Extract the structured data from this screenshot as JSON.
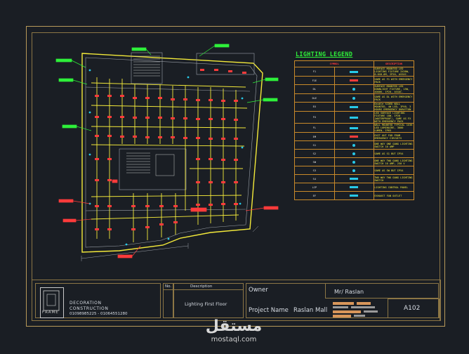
{
  "legend": {
    "title": "LIGHTING LEGEND",
    "headers": [
      "SYMBOL",
      "DESCRIPTION"
    ],
    "rows": [
      {
        "code": "F1",
        "desc": "SURFACE MOUNTED LED LIGHTING FIXTURE 2X36W, 0.6X0.6M, IP20, ASSOC."
      },
      {
        "code": "F1E",
        "desc": "SAME AS F1 WITH EMERGENCY PACK"
      },
      {
        "code": "DL",
        "desc": "SURFACE MOUNTED LED DOWNLIGHT FIXTURE, 15W, 4000K, IP20, ASSOC."
      },
      {
        "code": "DLE",
        "desc": "SAME AS DL WITH EMERGENCY PACK"
      },
      {
        "code": "EX",
        "desc": "Double SIDED WALL MOUNTED, 4W LED, IP40, 3 HOURS EMERGENCY DURATION"
      },
      {
        "code": "FX",
        "desc": "LED SURFACE LIGHTING FIXTURE 18W, IP20 (WATERPROOF), SAME AS FX WITH EMERGENCY PACK"
      },
      {
        "code": "FL",
        "desc": "WALL MOUNTED TYPICAL 1X36 LED LUMINAIRE, 3000 LUMEN, IP65"
      },
      {
        "code": "EM",
        "desc": "EXIT OUT FOR FROM EMERGENCY CIRCUITS"
      },
      {
        "code": "S1",
        "desc": "ONE WAY ONE GANG LIGHTING SWITCH 10 AMP"
      },
      {
        "code": "S2",
        "desc": "SAME AS S1 BUT IP54"
      },
      {
        "code": "SW",
        "desc": "ONE WAY TWO GANG LIGHTING SWITCH 10 AMP, 250 V"
      },
      {
        "code": "S3",
        "desc": "SAME AS SW BUT IP54"
      },
      {
        "code": "S4",
        "desc": "TWO WAY TWO GANG LIGHTING SWITCH"
      },
      {
        "code": "LCP",
        "desc": "LIGHTING CONTROL PANEL"
      },
      {
        "code": "EF",
        "desc": "EXHAUST FAN OUTLET"
      }
    ]
  },
  "titleblock": {
    "logo_text": "FRAME",
    "company_line1": "DECORATION",
    "company_line2": "CONSTRUCTION",
    "phones": "01098985225 - 01064551280",
    "no_header": "No.",
    "desc_header": "Description",
    "drawing_title": "Lighting First Floor",
    "owner_label": "Owner",
    "owner_value": "Mr/ Raslan",
    "project_label": "Project Name",
    "project_value": "Raslan Mall",
    "sheet_number": "A102"
  },
  "watermark": {
    "arabic": "مستقل",
    "url": "mostaql.com"
  },
  "colors": {
    "background": "#1a1e24",
    "frame": "#b89a5a",
    "legend_title": "#2ef03a",
    "legend_border": "#c98a2a",
    "wiring": "#f4ea3a",
    "fixture": "#ff3b3b",
    "device": "#27c9e8"
  }
}
